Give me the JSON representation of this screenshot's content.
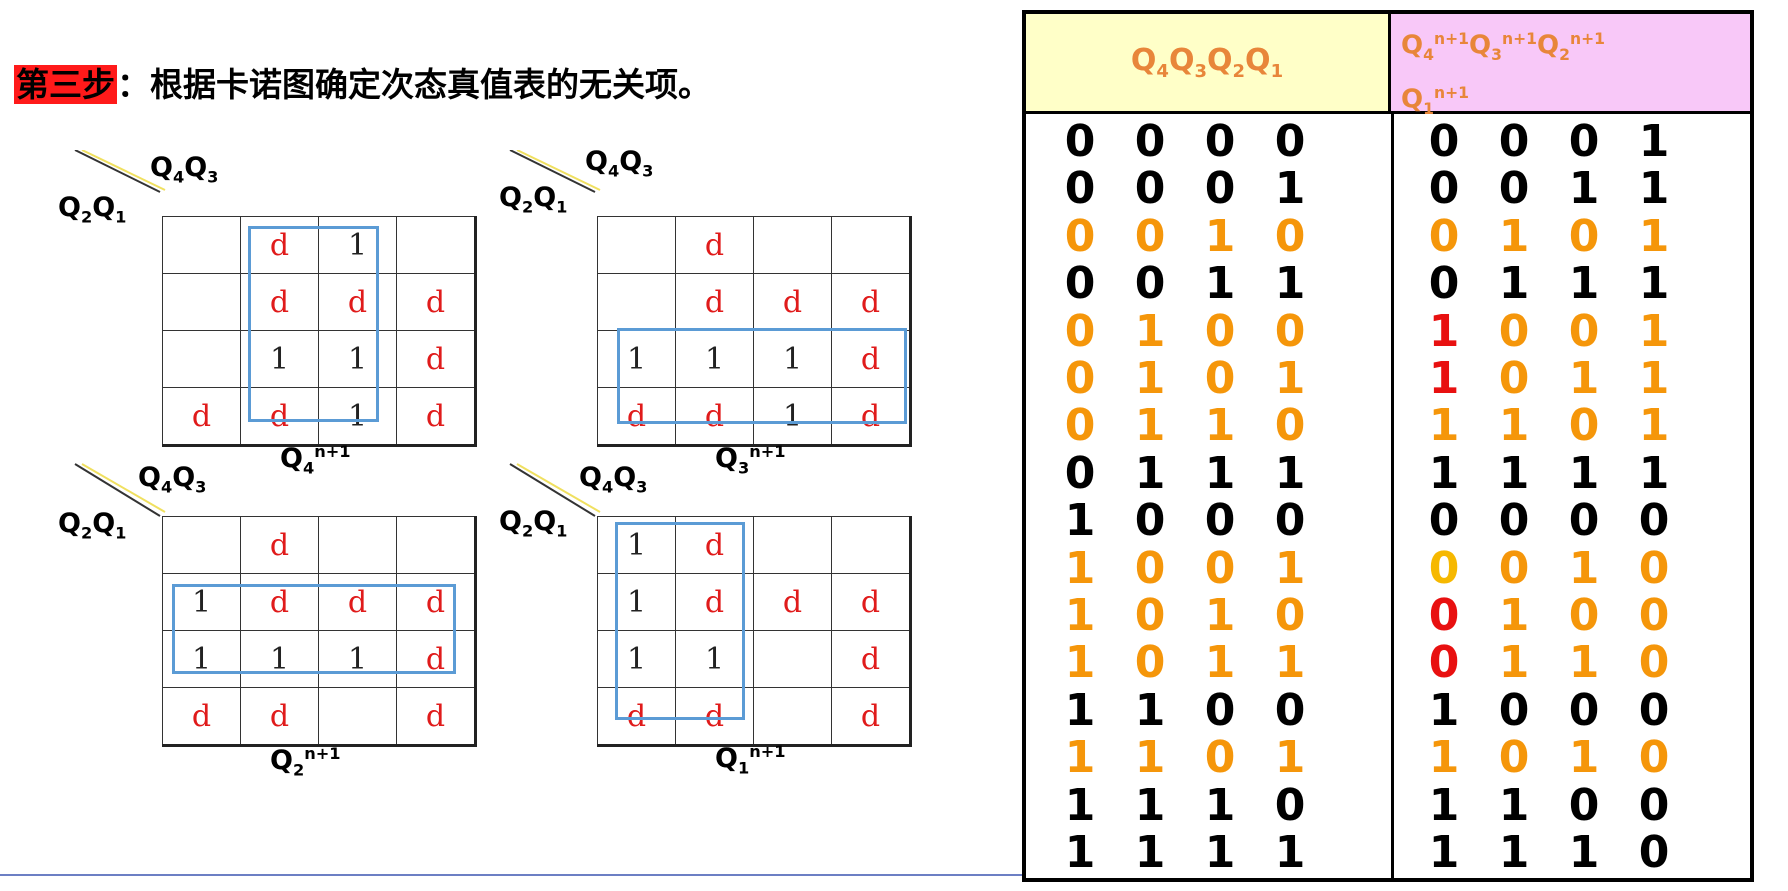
{
  "title": {
    "highlight": "第三步",
    "rest": "：根据卡诺图确定次态真值表的无关项。"
  },
  "kmap_top_label": "Q4Q3",
  "kmap_left_label": "Q2Q1",
  "kmaps": [
    {
      "label_base": "Q",
      "label_sub": "4",
      "label_sup": "n+1",
      "cells": [
        [
          "",
          "d",
          "1",
          ""
        ],
        [
          "",
          "d",
          "d",
          "d"
        ],
        [
          "",
          "1",
          "1",
          "d"
        ],
        [
          "d",
          "d",
          "1",
          "d"
        ]
      ]
    },
    {
      "label_base": "Q",
      "label_sub": "3",
      "label_sup": "n+1",
      "cells": [
        [
          "",
          "d",
          "",
          ""
        ],
        [
          "",
          "d",
          "d",
          "d"
        ],
        [
          "1",
          "1",
          "1",
          "d"
        ],
        [
          "d",
          "d",
          "1",
          "d"
        ]
      ]
    },
    {
      "label_base": "Q",
      "label_sub": "2",
      "label_sup": "n+1",
      "cells": [
        [
          "",
          "d",
          "",
          ""
        ],
        [
          "1",
          "d",
          "d",
          "d"
        ],
        [
          "1",
          "1",
          "1",
          "d"
        ],
        [
          "d",
          "d",
          "",
          "d"
        ]
      ]
    },
    {
      "label_base": "Q",
      "label_sub": "1",
      "label_sup": "n+1",
      "cells": [
        [
          "1",
          "d",
          "",
          ""
        ],
        [
          "1",
          "d",
          "d",
          "d"
        ],
        [
          "1",
          "1",
          "",
          "d"
        ],
        [
          "d",
          "d",
          "",
          "d"
        ]
      ]
    }
  ],
  "truth_table": {
    "header_left": "Q4Q3Q2Q1",
    "header_right_line1": "Q4n+1Q3n+1Q2n+1",
    "header_right_line2": "Q1n+1",
    "rows": [
      {
        "in": [
          "0",
          "0",
          "0",
          "0"
        ],
        "out": [
          "0",
          "0",
          "0",
          "1"
        ],
        "in_color": "black",
        "out_color": [
          "black",
          "black",
          "black",
          "black"
        ]
      },
      {
        "in": [
          "0",
          "0",
          "0",
          "1"
        ],
        "out": [
          "0",
          "0",
          "1",
          "1"
        ],
        "in_color": "black",
        "out_color": [
          "black",
          "black",
          "black",
          "black"
        ]
      },
      {
        "in": [
          "0",
          "0",
          "1",
          "0"
        ],
        "out": [
          "0",
          "1",
          "0",
          "1"
        ],
        "in_color": "orange",
        "out_color": [
          "orange",
          "orange",
          "orange",
          "orange"
        ]
      },
      {
        "in": [
          "0",
          "0",
          "1",
          "1"
        ],
        "out": [
          "0",
          "1",
          "1",
          "1"
        ],
        "in_color": "black",
        "out_color": [
          "black",
          "black",
          "black",
          "black"
        ]
      },
      {
        "in": [
          "0",
          "1",
          "0",
          "0"
        ],
        "out": [
          "1",
          "0",
          "0",
          "1"
        ],
        "in_color": "orange",
        "out_color": [
          "red",
          "orange",
          "orange",
          "orange"
        ]
      },
      {
        "in": [
          "0",
          "1",
          "0",
          "1"
        ],
        "out": [
          "1",
          "0",
          "1",
          "1"
        ],
        "in_color": "orange",
        "out_color": [
          "red",
          "orange",
          "orange",
          "orange"
        ]
      },
      {
        "in": [
          "0",
          "1",
          "1",
          "0"
        ],
        "out": [
          "1",
          "1",
          "0",
          "1"
        ],
        "in_color": "orange",
        "out_color": [
          "orange",
          "orange",
          "orange",
          "orange"
        ]
      },
      {
        "in": [
          "0",
          "1",
          "1",
          "1"
        ],
        "out": [
          "1",
          "1",
          "1",
          "1"
        ],
        "in_color": "black",
        "out_color": [
          "black",
          "black",
          "black",
          "black"
        ]
      },
      {
        "in": [
          "1",
          "0",
          "0",
          "0"
        ],
        "out": [
          "0",
          "0",
          "0",
          "0"
        ],
        "in_color": "black",
        "out_color": [
          "black",
          "black",
          "black",
          "black"
        ]
      },
      {
        "in": [
          "1",
          "0",
          "0",
          "1"
        ],
        "out": [
          "0",
          "0",
          "1",
          "0"
        ],
        "in_color": "orange",
        "out_color": [
          "gold",
          "orange",
          "orange",
          "orange"
        ]
      },
      {
        "in": [
          "1",
          "0",
          "1",
          "0"
        ],
        "out": [
          "0",
          "1",
          "0",
          "0"
        ],
        "in_color": "orange",
        "out_color": [
          "red",
          "orange",
          "orange",
          "orange"
        ]
      },
      {
        "in": [
          "1",
          "0",
          "1",
          "1"
        ],
        "out": [
          "0",
          "1",
          "1",
          "0"
        ],
        "in_color": "orange",
        "out_color": [
          "red",
          "orange",
          "orange",
          "orange"
        ]
      },
      {
        "in": [
          "1",
          "1",
          "0",
          "0"
        ],
        "out": [
          "1",
          "0",
          "0",
          "0"
        ],
        "in_color": "black",
        "out_color": [
          "black",
          "black",
          "black",
          "black"
        ]
      },
      {
        "in": [
          "1",
          "1",
          "0",
          "1"
        ],
        "out": [
          "1",
          "0",
          "1",
          "0"
        ],
        "in_color": "orange",
        "out_color": [
          "orange",
          "orange",
          "orange",
          "orange"
        ]
      },
      {
        "in": [
          "1",
          "1",
          "1",
          "0"
        ],
        "out": [
          "1",
          "1",
          "0",
          "0"
        ],
        "in_color": "black",
        "out_color": [
          "black",
          "black",
          "black",
          "black"
        ]
      },
      {
        "in": [
          "1",
          "1",
          "1",
          "1"
        ],
        "out": [
          "1",
          "1",
          "1",
          "0"
        ],
        "in_color": "black",
        "out_color": [
          "black",
          "black",
          "black",
          "black"
        ]
      }
    ]
  }
}
